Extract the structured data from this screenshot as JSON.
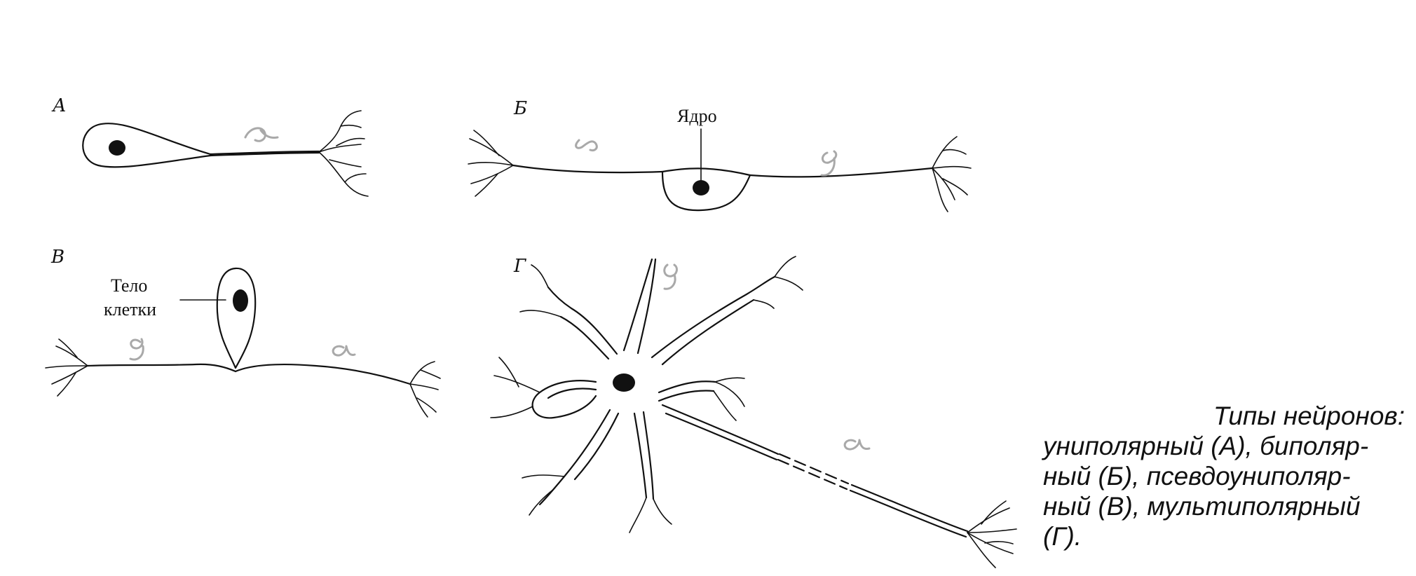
{
  "panels": {
    "a": {
      "label": "А"
    },
    "b": {
      "label": "Б",
      "nucleus_label": "Ядро"
    },
    "v": {
      "label": "В",
      "body_label_line1": "Тело",
      "body_label_line2": "клетки"
    },
    "g": {
      "label": "Г"
    }
  },
  "caption": {
    "line1": "Типы нейронов:",
    "line2": "униполярный (А), биполяр-",
    "line3": "ный (Б), псевдоуниполяр-",
    "line4": "ный (В), мультиполярный",
    "line5": "(Г)."
  }
}
